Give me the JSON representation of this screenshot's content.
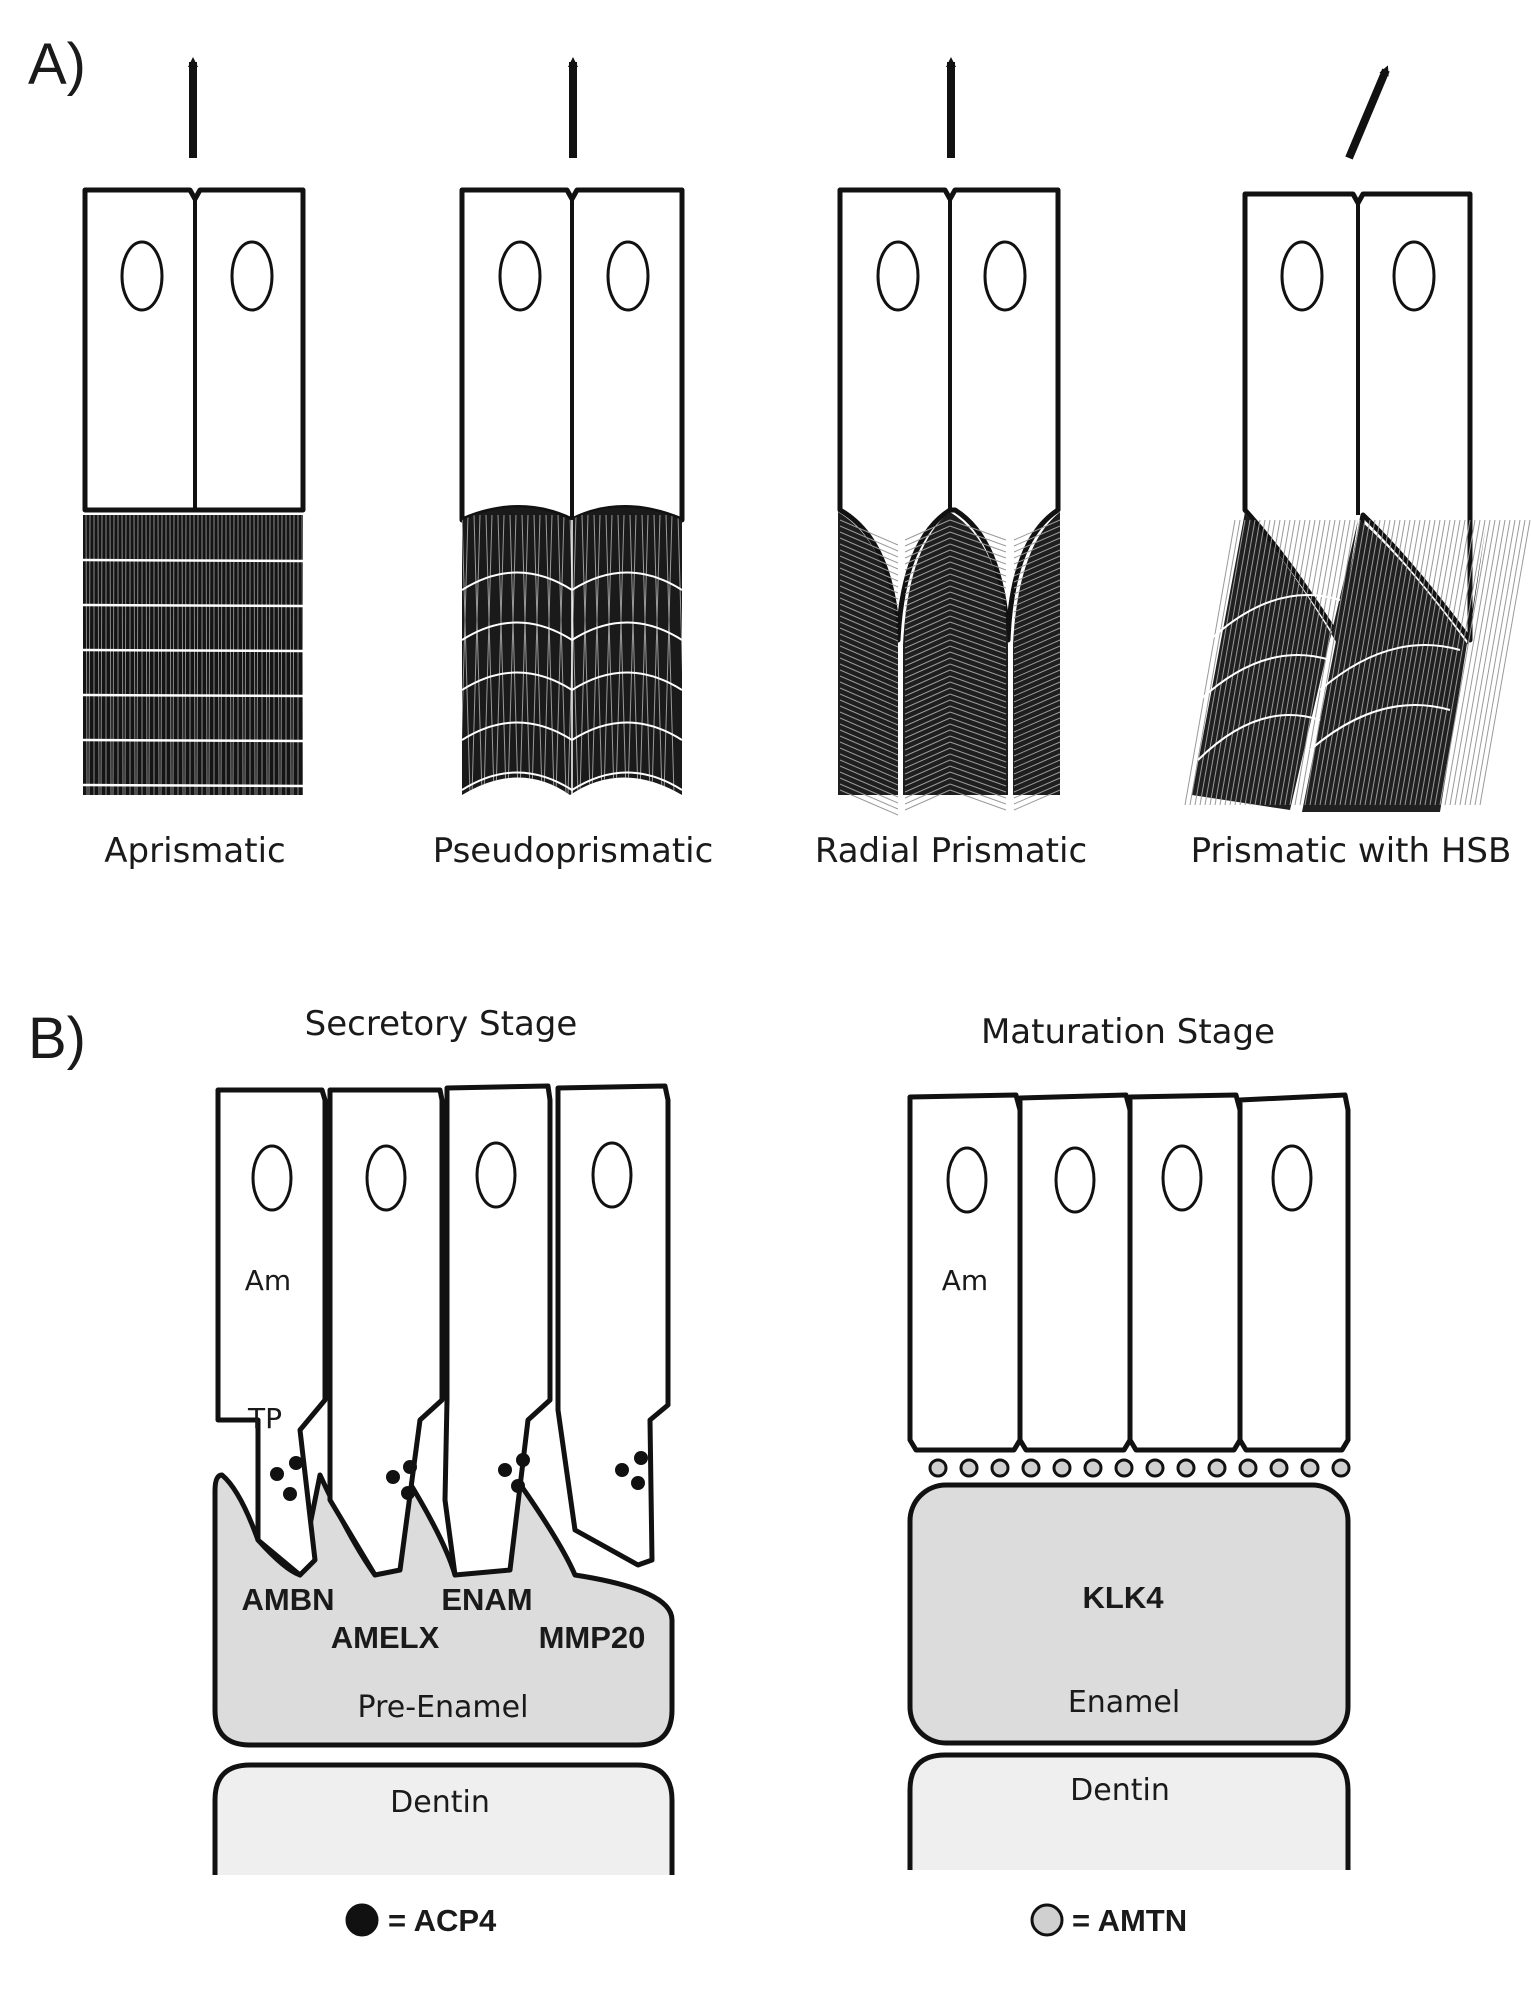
{
  "panel_a": {
    "label": "A)",
    "captions": [
      "Aprismatic",
      "Pseudoprismatic",
      "Radial Prismatic",
      "Prismatic with HSB"
    ]
  },
  "panel_b": {
    "label": "B)",
    "secretory": {
      "title": "Secretory Stage",
      "am_label": "Am",
      "tp_label": "TP",
      "proteins": [
        "AMBN",
        "AMELX",
        "ENAM",
        "MMP20"
      ],
      "matrix_label": "Pre-Enamel",
      "dentin_label": "Dentin"
    },
    "maturation": {
      "title": "Maturation Stage",
      "am_label": "Am",
      "protein": "KLK4",
      "matrix_label": "Enamel",
      "dentin_label": "Dentin"
    },
    "legend": [
      {
        "text": "= ACP4",
        "fill": "#111111"
      },
      {
        "text": "= AMTN",
        "fill": "#d0d0d0"
      }
    ]
  },
  "colors": {
    "ink": "#111111",
    "pre_enamel": "#dcdcdc",
    "enamel": "#dcdcdc",
    "dentin": "#efefef",
    "amtn_granule": "#d0d0d0"
  }
}
